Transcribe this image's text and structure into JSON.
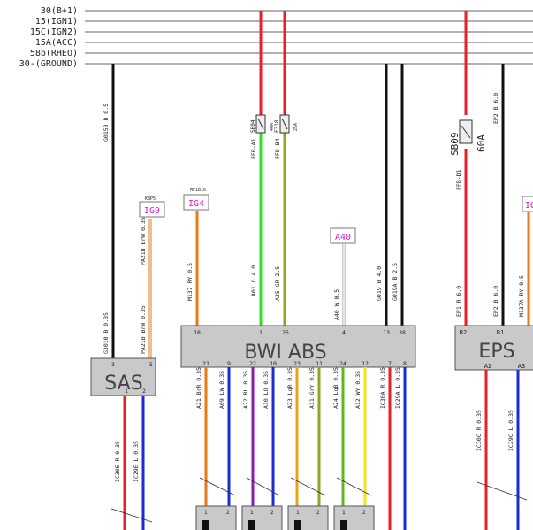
{
  "rails": [
    {
      "label": "30(B+1)"
    },
    {
      "label": "15(IGN1)"
    },
    {
      "label": "15C(IGN2)"
    },
    {
      "label": "15A(ACC)"
    },
    {
      "label": "58b(RHEO)"
    },
    {
      "label": "30-(GROUND)"
    }
  ],
  "modules": {
    "sas": {
      "name": "SAS",
      "pins": [
        "5",
        "3",
        "1",
        "2"
      ]
    },
    "bwi_abs": {
      "name": "BWI ABS",
      "pins_top": [
        "18",
        "1",
        "25",
        "4",
        "13",
        "38"
      ],
      "pins_bottom": [
        "21",
        "9",
        "22",
        "10",
        "23",
        "11",
        "24",
        "12",
        "7",
        "8"
      ]
    },
    "eps": {
      "name": "EPS",
      "pins_top": [
        "B2",
        "B1"
      ],
      "pins_bottom": [
        "A2",
        "A3"
      ]
    }
  },
  "connectors": [
    "IG9",
    "IG4",
    "A40",
    "IG"
  ],
  "fuses": [
    {
      "id": "SB04",
      "rating": "40A"
    },
    {
      "id": "F318",
      "rating": "25A"
    },
    {
      "id": "SB09",
      "rating": "60A"
    }
  ],
  "labels": {
    "sas_ground": "G0153 B 0.5",
    "sas_ground2": "G3010 B 0.35",
    "ig9_top": "KBP5",
    "ig9_wire": "PA21B BrW 0.35",
    "ig9_wire2": "PA21B BrW 0.35",
    "ig4_top": "MF1B16",
    "ig4_wire": "M137 RY 0.5",
    "a01": "A01 G 4.0",
    "a25": "A25 GR 2.5",
    "ffb_a1": "FFB-A1",
    "ffb_b4": "FFB-B4",
    "a40": "A40 W 0.5",
    "g019": "G019 B 4.0",
    "g019a": "G019A B 2.5",
    "ffb_d1": "FFB-D1",
    "ep2_top": "EP2 B 6.0",
    "ep1": "EP1 R 6.0",
    "ep2": "EP2 B 6.0",
    "m137a": "M137A RY 0.5",
    "ic30e": "IC30E R 0.35",
    "ic29e": "IC29E L 0.35",
    "a21": "A21 BrR 0.35",
    "a09": "A09 LW 0.35",
    "a22": "A22 RL 0.35",
    "a10": "A10 LO 0.35",
    "a23": "A23 LgR 0.35",
    "a11": "A11 GrY 0.35",
    "a24": "A24 LgB 0.35",
    "a12": "A12 WY 0.35",
    "ic30a": "IC30A R 0.35",
    "ic29a": "IC29A L 0.35",
    "ic30c": "IC30C R 0.35",
    "ic29c": "IC29C L 0.35",
    "sensor_pin1": "1",
    "sensor_pin2": "2"
  },
  "colors": {
    "red": "#e8202a",
    "black": "#111111",
    "green": "#33dd22",
    "olive": "#8aa820",
    "orange": "#e97a14",
    "blue": "#1e2ad6",
    "purple": "#8a1ea8",
    "yellow": "#f2e61a",
    "white_wire": "#d8d8d8",
    "module_fill": "#c9c9c9",
    "connector_text": "#d61ed6"
  }
}
